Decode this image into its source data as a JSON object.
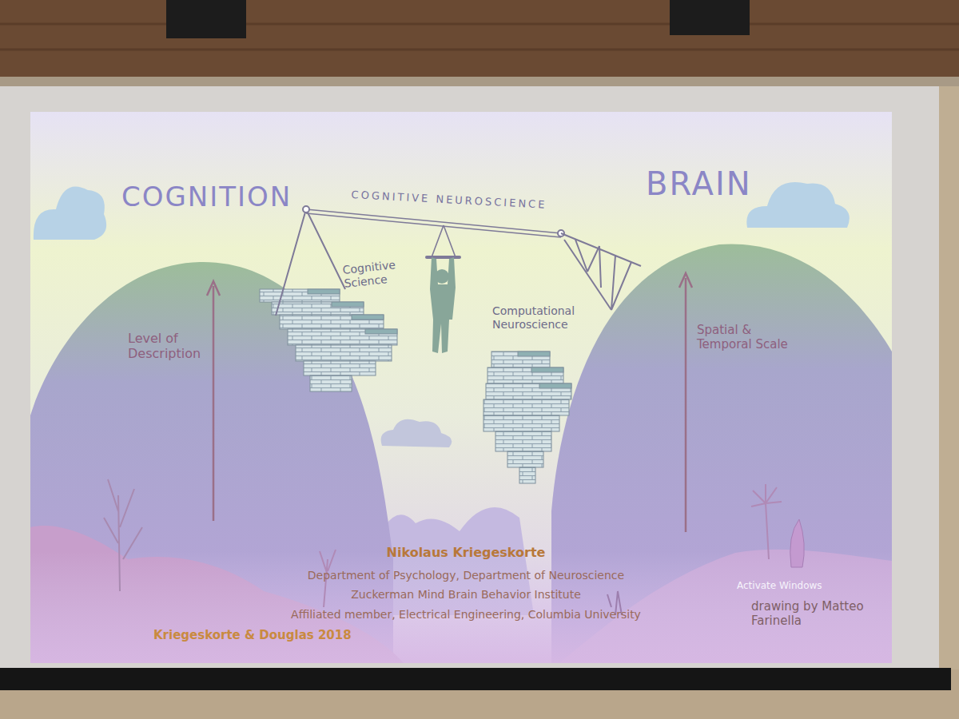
{
  "diagram": {
    "labels": [
      "COGNITION",
      "BRAIN",
      "COGNITIVE NEUROSCIENCE",
      "Cognitive Science",
      "Computational Neuroscience",
      "Level of Description",
      "Spatial & Temporal Scale",
      "Nikolaus Kriegeskorte",
      "Department of Psychology, Department of Neuroscience",
      "Zuckerman Mind Brain Behavior Institute",
      "Affiliated member, Electrical Engineering, Columbia University",
      "Kriegeskorte & Douglas 2018",
      "Activate Windows",
      "drawing by Matteo Farinella"
    ]
  }
}
